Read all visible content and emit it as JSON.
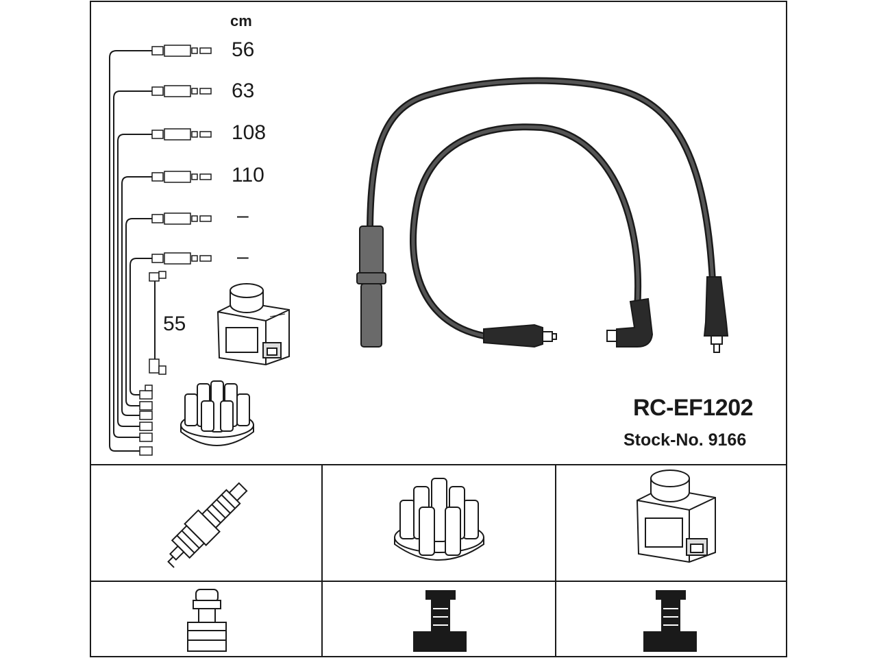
{
  "header": {
    "unit": "cm"
  },
  "lengths": [
    {
      "value": "56"
    },
    {
      "value": "63"
    },
    {
      "value": "108"
    },
    {
      "value": "110"
    },
    {
      "value": "–"
    },
    {
      "value": "–"
    }
  ],
  "coil_lead_length": "55",
  "product": {
    "code": "RC-EF1202",
    "stock_number": "Stock-No. 9166"
  },
  "colors": {
    "line": "#1a1a1a",
    "cable": "#3a3a3a",
    "boot": "#555555",
    "background": "#ffffff"
  },
  "icons": {
    "spark_plug": "spark-plug-icon",
    "distributor_cap": "distributor-cap-icon",
    "ignition_coil": "ignition-coil-icon",
    "plug_terminal": "plug-terminal-icon",
    "cap_terminal": "cap-terminal-icon",
    "coil_terminal": "coil-terminal-icon"
  }
}
